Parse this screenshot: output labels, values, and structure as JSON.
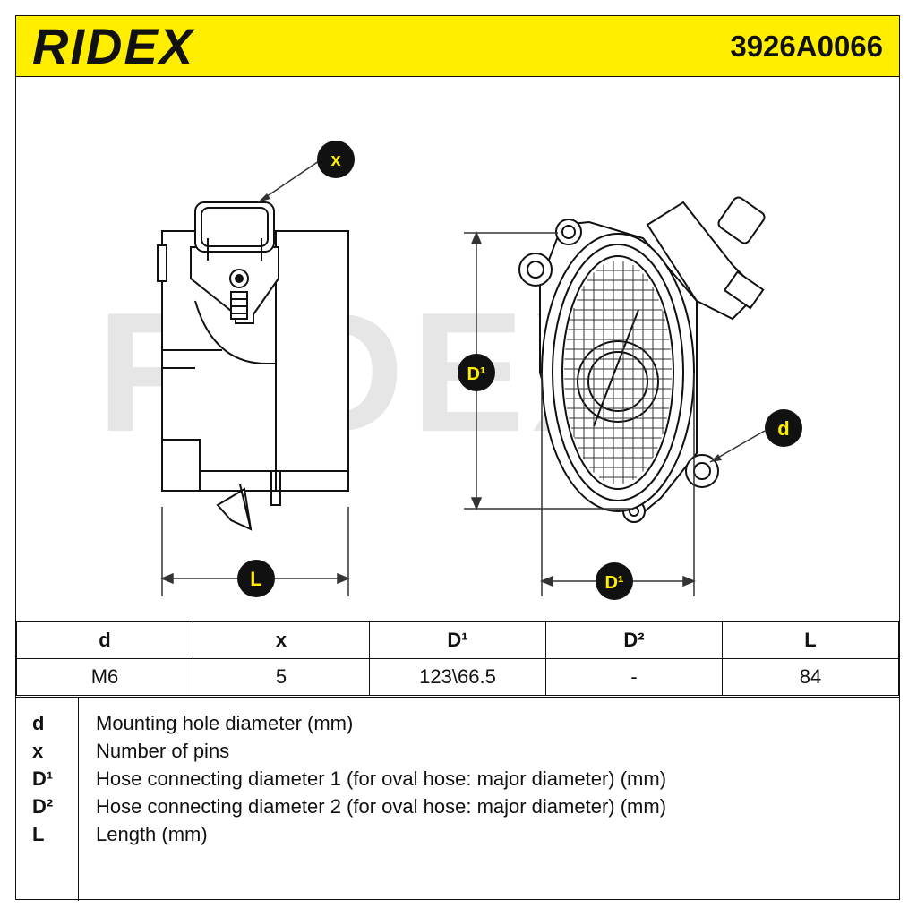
{
  "header": {
    "brand": "RIDEX",
    "part_number": "3926A0066"
  },
  "drawing": {
    "watermark": "RIDEX",
    "callouts": {
      "x": "x",
      "d": "d",
      "L": "L",
      "D1_vertical": "D¹",
      "D1_horizontal": "D¹"
    },
    "colors": {
      "callout_fill": "#111111",
      "callout_text": "#ffee00",
      "watermark": "#e6e6e6"
    }
  },
  "specs_table": {
    "headers": [
      "d",
      "x",
      "D¹",
      "D²",
      "L"
    ],
    "values": [
      "M6",
      "5",
      "123\\66.5",
      "-",
      "84"
    ]
  },
  "legend": [
    {
      "symbol": "d",
      "description": "Mounting hole diameter (mm)"
    },
    {
      "symbol": "x",
      "description": "Number of pins"
    },
    {
      "symbol": "D¹",
      "description": "Hose connecting diameter 1 (for oval hose: major diameter) (mm)"
    },
    {
      "symbol": "D²",
      "description": "Hose connecting diameter 2 (for oval hose: major diameter) (mm)"
    },
    {
      "symbol": "L",
      "description": "Length (mm)"
    }
  ]
}
